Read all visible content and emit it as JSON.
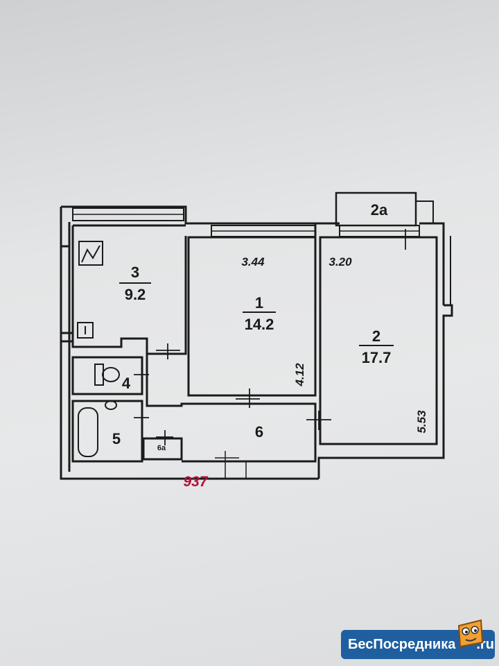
{
  "rooms": {
    "r1": {
      "number": "1",
      "area": "14.2"
    },
    "r2": {
      "number": "2",
      "area": "17.7"
    },
    "r2a": {
      "number": "2a"
    },
    "r3": {
      "number": "3",
      "area": "9.2"
    },
    "r4": {
      "number": "4"
    },
    "r5": {
      "number": "5"
    },
    "r6": {
      "number": "6"
    },
    "r6a": {
      "number": "6a"
    }
  },
  "dimensions": {
    "d1_width": "3.44",
    "d1_depth": "4.12",
    "d2_width": "3.20",
    "d2_depth": "5.53"
  },
  "series_code": "937",
  "watermark": {
    "text": "БесПосредника",
    "tld": ".ru",
    "color": "#1f5fa0"
  },
  "colors": {
    "wall": "#1b1b1b",
    "paper": "#e6e7e8",
    "code": "#b5103a"
  }
}
